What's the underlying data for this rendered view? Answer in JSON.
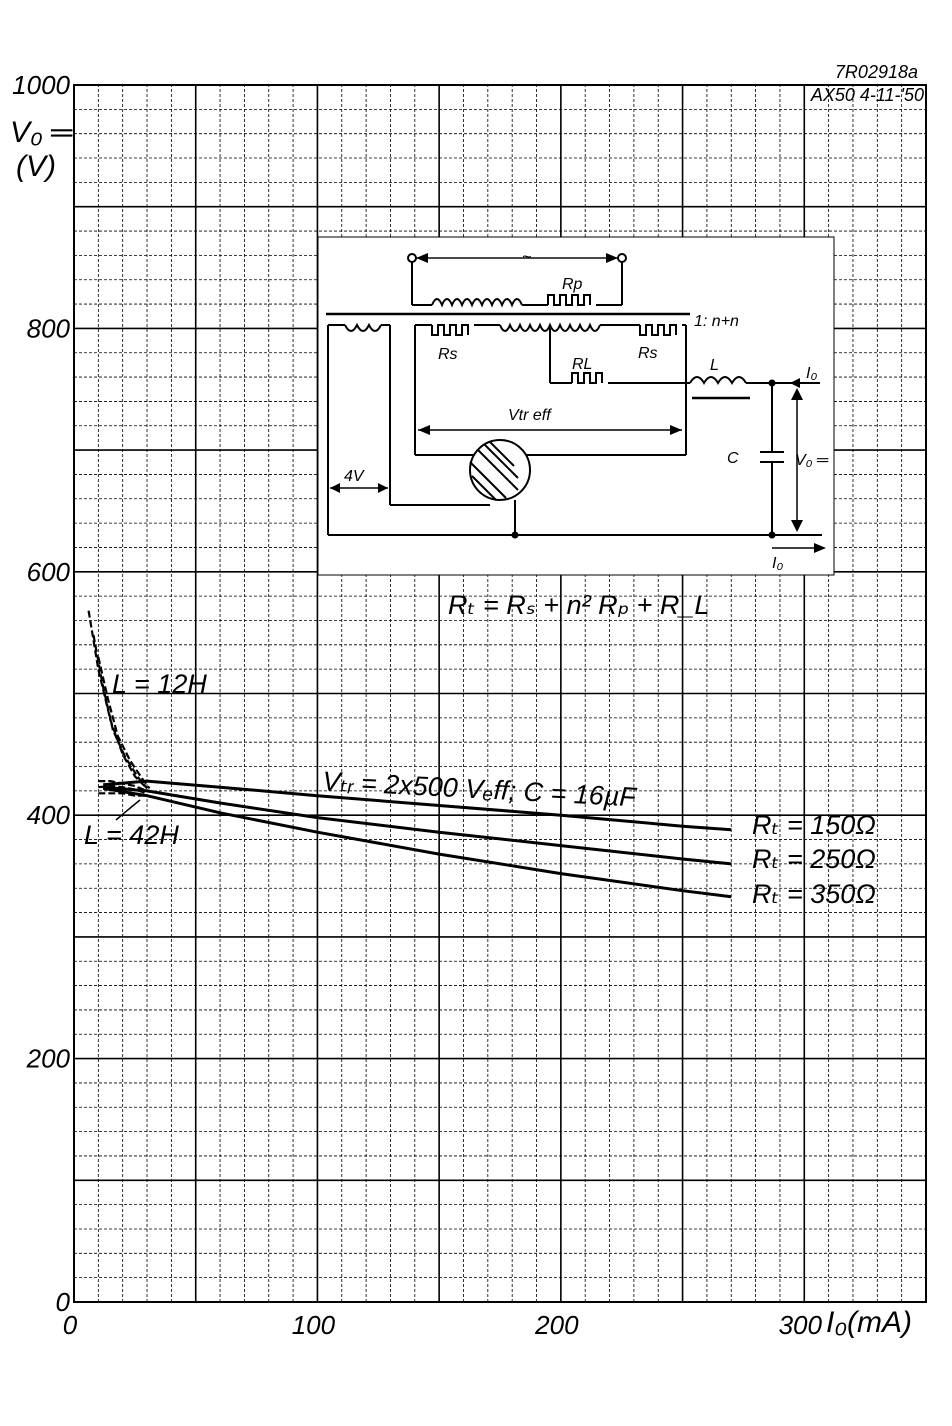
{
  "chart_data": {
    "type": "line",
    "stamp": {
      "line1": "7R02918a",
      "line2": "AX50  4-11-'50"
    },
    "y_axis": {
      "label_top": "V₀ ═",
      "label_unit": "(V)",
      "range": [
        0,
        1000
      ],
      "ticks": [
        "0",
        "200",
        "400",
        "600",
        "800",
        "1000"
      ],
      "tick_values": [
        0,
        200,
        400,
        600,
        800,
        1000
      ]
    },
    "x_axis": {
      "label": "I₀(mA)",
      "range": [
        0,
        350
      ],
      "ticks": [
        "0",
        "100",
        "200",
        "300"
      ],
      "tick_values": [
        0,
        100,
        200,
        300
      ]
    },
    "grid": true,
    "series": [
      {
        "name": "Rₜ = 150Ω",
        "x": [
          12,
          30,
          60,
          100,
          150,
          200,
          250,
          270
        ],
        "y": [
          425,
          428,
          423,
          416,
          408,
          400,
          391,
          388
        ]
      },
      {
        "name": "Rₜ = 250Ω",
        "x": [
          12,
          30,
          60,
          100,
          150,
          200,
          250,
          270
        ],
        "y": [
          423,
          420,
          410,
          398,
          386,
          375,
          364,
          360
        ]
      },
      {
        "name": "Rₜ = 350Ω",
        "x": [
          12,
          30,
          60,
          100,
          150,
          200,
          250,
          270
        ],
        "y": [
          422,
          416,
          402,
          386,
          368,
          352,
          338,
          333
        ]
      }
    ],
    "low_current_curves": [
      {
        "x": [
          6,
          10,
          15,
          20,
          25,
          30
        ],
        "y": [
          568,
          520,
          478,
          450,
          432,
          422
        ]
      },
      {
        "x": [
          8,
          12,
          16,
          21,
          26,
          30
        ],
        "y": [
          548,
          505,
          470,
          448,
          432,
          422
        ]
      },
      {
        "x": [
          10,
          14,
          18,
          23,
          28,
          31
        ],
        "y": [
          530,
          495,
          465,
          445,
          430,
          422
        ]
      },
      {
        "x": [
          10,
          15,
          20,
          25,
          30
        ],
        "y": [
          428,
          428,
          426,
          424,
          420
        ]
      },
      {
        "x": [
          10,
          15,
          20,
          25,
          30
        ],
        "y": [
          423,
          424,
          423,
          421,
          418
        ]
      },
      {
        "x": [
          10,
          15,
          20,
          25,
          30
        ],
        "y": [
          418,
          418,
          418,
          416,
          416
        ]
      }
    ],
    "annotations": {
      "l_high": "L = 12H",
      "l_low": "L = 42H",
      "condition": "Vₜᵣ = 2x500 Vₑff; C = 16µF",
      "formula": "Rₜ = Rₛ + n² Rₚ + R_L"
    },
    "circuit": {
      "ac_symbol": "~",
      "rp": "Rp",
      "ratio": "1: n+n",
      "rs_left": "Rs",
      "rs_right": "Rs",
      "rl": "RL",
      "l": "L",
      "vtr": "Vtr eff",
      "c": "C",
      "v0": "V₀ ═",
      "i0_top": "I₀",
      "i0_bottom": "I₀",
      "heater": "4V"
    }
  }
}
